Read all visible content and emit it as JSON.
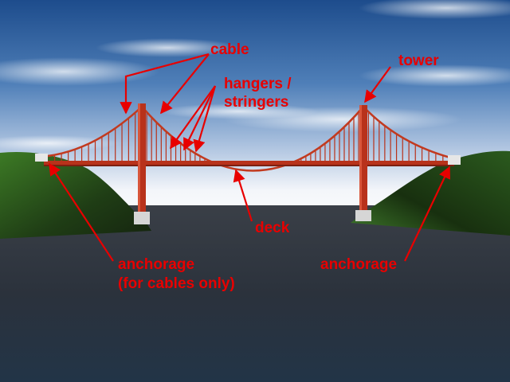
{
  "colors": {
    "label": "#e80000",
    "bridge": "#b8321b",
    "sky_top": "#1f4f8f",
    "sky_bottom": "#eef2f8",
    "water": "#2c3440",
    "hills": "#2f5d1f"
  },
  "labels": {
    "cable": "cable",
    "hangers_line1": "hangers /",
    "hangers_line2": "stringers",
    "tower": "tower",
    "deck": "deck",
    "anchorage_left_line1": "anchorage",
    "anchorage_left_line2": "(for cables only)",
    "anchorage_right": "anchorage"
  }
}
